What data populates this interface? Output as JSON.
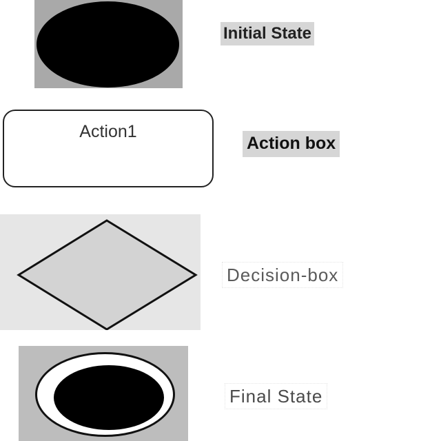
{
  "legend": {
    "initial_state": {
      "label": "Initial State"
    },
    "action_box": {
      "inner_text": "Action1",
      "label": "Action box"
    },
    "decision_box": {
      "label": "Decision-box"
    },
    "final_state": {
      "label": "Final State"
    }
  },
  "colors": {
    "fill": "#000000",
    "initial_panel": "#a9a9a9",
    "decision_panel": "#e6e6e6",
    "decision_fill": "#d3d3d3",
    "final_panel": "#bdbdbd",
    "label_highlight": "#d6d6d6"
  }
}
